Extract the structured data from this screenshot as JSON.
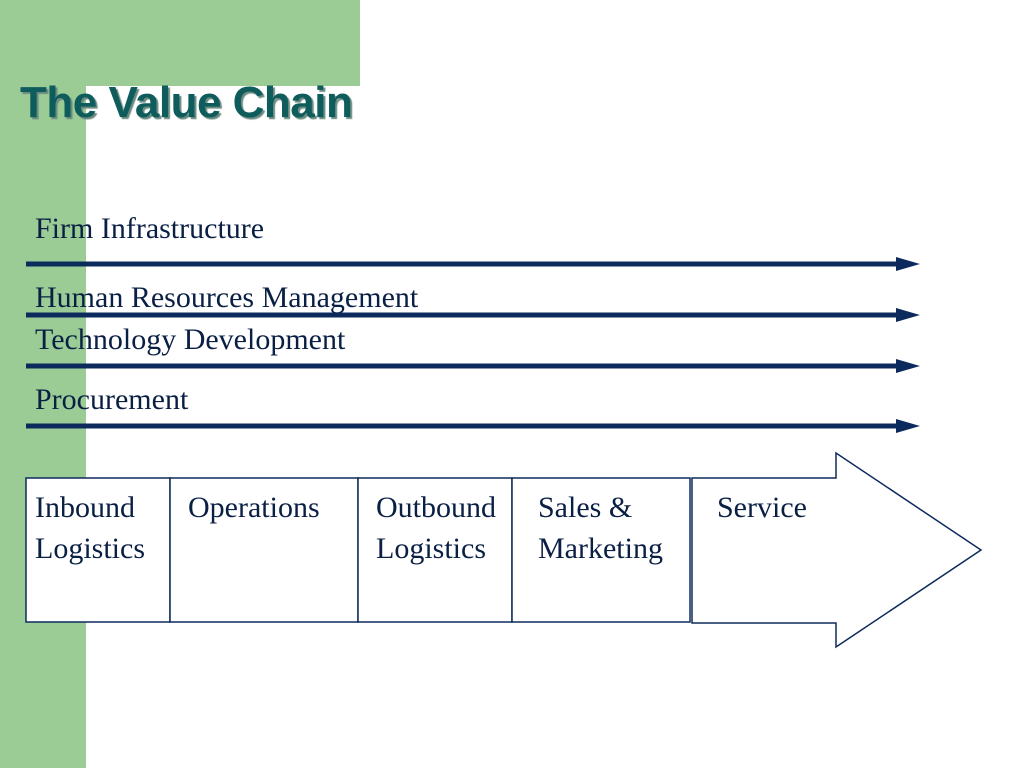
{
  "slide": {
    "title": "The Value Chain"
  },
  "support_activities": [
    {
      "label": "Firm Infrastructure"
    },
    {
      "label": "Human Resources Management"
    },
    {
      "label": "Technology Development"
    },
    {
      "label": "Procurement"
    }
  ],
  "primary_activities": [
    {
      "line1": "Inbound",
      "line2": "Logistics"
    },
    {
      "line1": "Operations",
      "line2": ""
    },
    {
      "line1": "Outbound",
      "line2": "Logistics"
    },
    {
      "line1": "Sales &",
      "line2": "Marketing"
    },
    {
      "line1": "Service",
      "line2": ""
    }
  ],
  "colors": {
    "sidebar": "#9ccc95",
    "title": "#0e5c5c",
    "arrows": "#0d2a5c",
    "text": "#0a1f44"
  }
}
